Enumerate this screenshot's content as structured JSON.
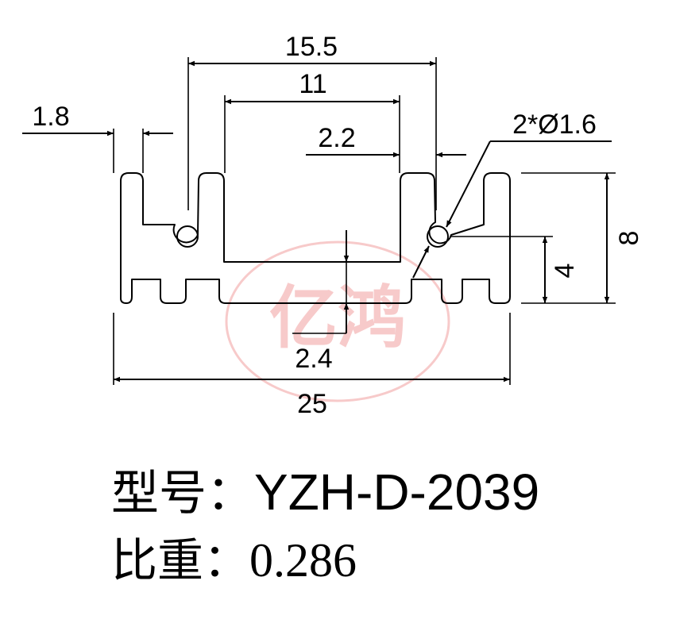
{
  "dimensions": {
    "overall_width": "25",
    "outer_slot_width": "15.5",
    "inner_slot_width": "11",
    "wall_thickness": "2.2",
    "fin_width": "1.8",
    "hole_spec": "2*Ø1.6",
    "height": "8",
    "half_height": "4",
    "base_thickness": "2.4"
  },
  "watermark": {
    "text": "亿鸿",
    "color": "#f2a0a0"
  },
  "spec": {
    "model_label": "型号：",
    "model_value": "YZH-D-2039",
    "weight_label": "比重：",
    "weight_value": "0.286"
  }
}
